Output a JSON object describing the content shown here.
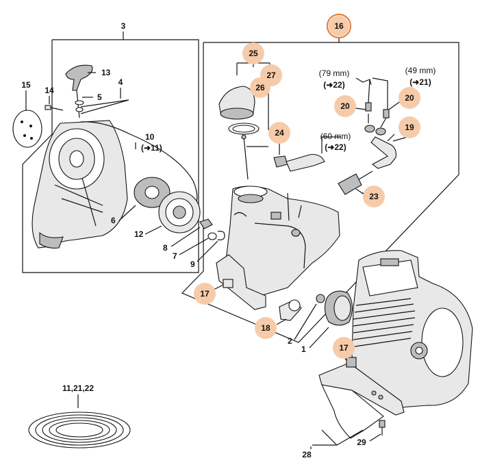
{
  "frames": {
    "starter_group": "3",
    "tank_group": "16"
  },
  "labels": {
    "l1": "1",
    "l2": "2",
    "l3": "3",
    "l4": "4",
    "l5": "5",
    "l6": "6",
    "l7": "7",
    "l8": "8",
    "l9": "9",
    "l10": "10",
    "l12": "12",
    "l13": "13",
    "l14": "14",
    "l15": "15",
    "l28": "28",
    "l29": "29",
    "spring_group": "11,21,22"
  },
  "highlighted": {
    "h16": "16",
    "h17a": "17",
    "h17b": "17",
    "h18": "18",
    "h19": "19",
    "h20a": "20",
    "h20b": "20",
    "h23": "23",
    "h24": "24",
    "h25": "25",
    "h26": "26",
    "h27": "27"
  },
  "references": {
    "r10": "(➜11)",
    "hose79_len": "(79 mm)",
    "hose79_ref": "(➜22)",
    "hose49_len": "(49 mm)",
    "hose49_ref": "(➜21)",
    "hose60_len": "(60 mm)",
    "hose60_ref": "(➜22)"
  },
  "colors": {
    "highlight_fill": "#f6cba9",
    "highlight_ring": "#e0803c",
    "line": "#111111"
  }
}
